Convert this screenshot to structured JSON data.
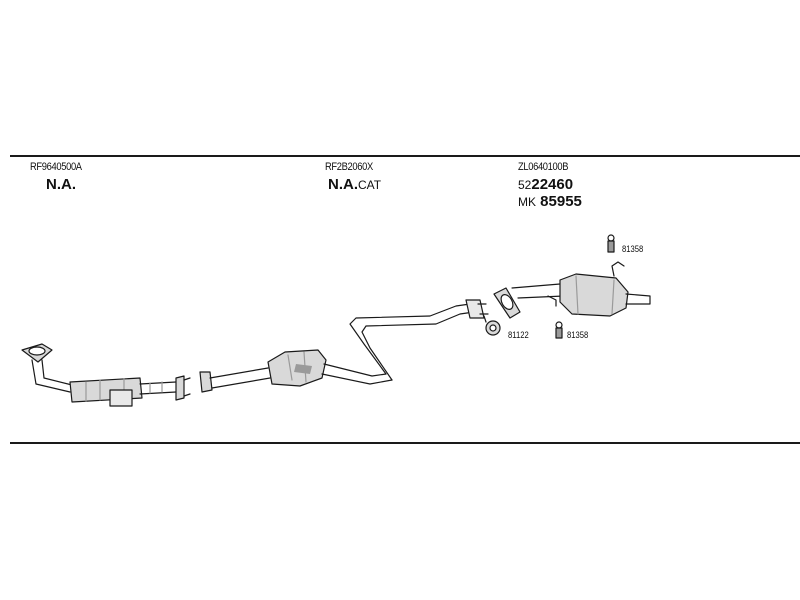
{
  "sections": [
    {
      "code": "RF9640500A",
      "label": "N.A.",
      "suffix": ""
    },
    {
      "code": "RF2B2060X",
      "label": "N.A.",
      "suffix": "CAT"
    },
    {
      "code": "ZL0640100B",
      "number_prefix": "52",
      "number": "22460",
      "alt_prefix": "MK",
      "alt_number": "85955"
    }
  ],
  "parts": {
    "hanger_top": "81358",
    "clamp_ring": "81122",
    "hanger_mid": "81358"
  },
  "colors": {
    "line": "#1a1a1a",
    "fill": "#d9d9d9",
    "shade": "#9a9a9a"
  }
}
